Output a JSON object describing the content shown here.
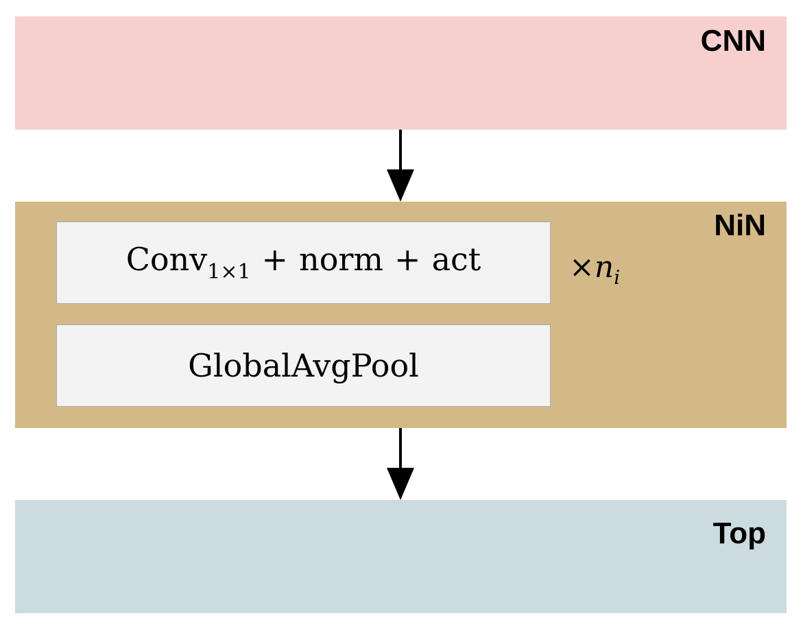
{
  "colors": {
    "cnn_block": "#f6cfce",
    "nin_block": "#d4b988",
    "top_block": "#ccdbe0",
    "layer_box": "#f3f3f3",
    "arrow": "#000000"
  },
  "blocks": {
    "cnn": {
      "title": "CNN"
    },
    "nin": {
      "title": "NiN",
      "conv_layer": {
        "main": "Conv",
        "subscript": "1×1",
        "plus": "+",
        "norm": "norm",
        "act": "act"
      },
      "repeat": {
        "times": "×",
        "variable": "n",
        "subscript": "i"
      },
      "pool_layer": {
        "label": "GlobalAvgPool"
      }
    },
    "top": {
      "title": "Top"
    }
  }
}
